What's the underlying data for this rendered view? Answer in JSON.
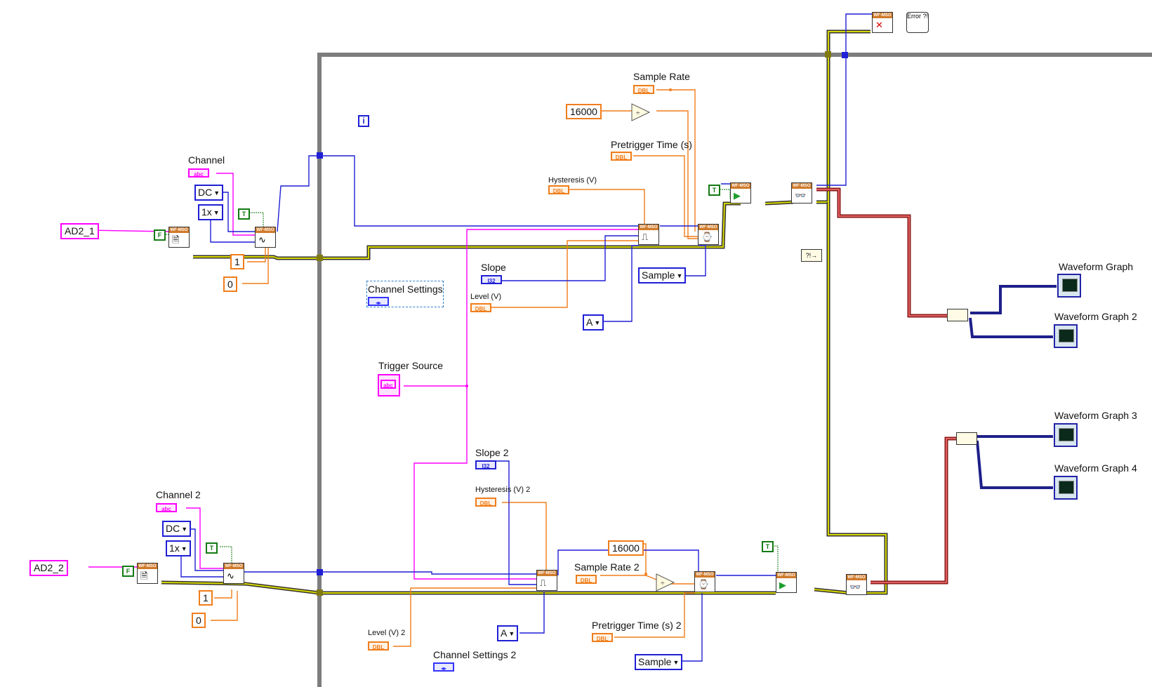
{
  "labels": {
    "channel": "Channel",
    "channel2": "Channel 2",
    "sample_rate": "Sample Rate",
    "sample_rate2": "Sample Rate 2",
    "pretrigger": "Pretrigger Time (s)",
    "pretrigger2": "Pretrigger Time (s) 2",
    "hysteresis": "Hysteresis (V)",
    "hysteresis2": "Hysteresis (V) 2",
    "slope": "Slope",
    "slope2": "Slope 2",
    "level": "Level (V)",
    "level2": "Level (V) 2",
    "channel_settings": "Channel Settings",
    "channel_settings2": "Channel Settings  2",
    "trigger_source": "Trigger Source",
    "wfg1": "Waveform Graph",
    "wfg2": "Waveform Graph 2",
    "wfg3": "Waveform Graph 3",
    "wfg4": "Waveform Graph 4"
  },
  "controls": {
    "device1": "AD2_1",
    "device2": "AD2_2",
    "coupling1": "DC",
    "coupling2": "DC",
    "probe1": "1x",
    "probe2": "1x",
    "const_one_a": "1",
    "const_zero_a": "0",
    "const_one_b": "1",
    "const_zero_b": "0",
    "rate_const1": "16000",
    "rate_const2": "16000",
    "acq_mode1": "Sample",
    "acq_mode2": "Sample",
    "trig_chan1": "A",
    "trig_chan2": "A",
    "iteration": "i"
  },
  "tags": {
    "dbl": "DBL",
    "i32": "I32",
    "abc": "abc",
    "bool_true": "T",
    "bool_false": "F",
    "vi_header": "WF-MSO",
    "error_text": "Error ?!"
  },
  "colors": {
    "error_wire": "#c8c800",
    "dbl_wire": "#f07d1a",
    "string_wire": "#ff00ff",
    "int_wire": "#1f1fd6",
    "bool_wire": "#127a12",
    "waveform_wire": "#c03030",
    "loop_border": "#808080"
  }
}
